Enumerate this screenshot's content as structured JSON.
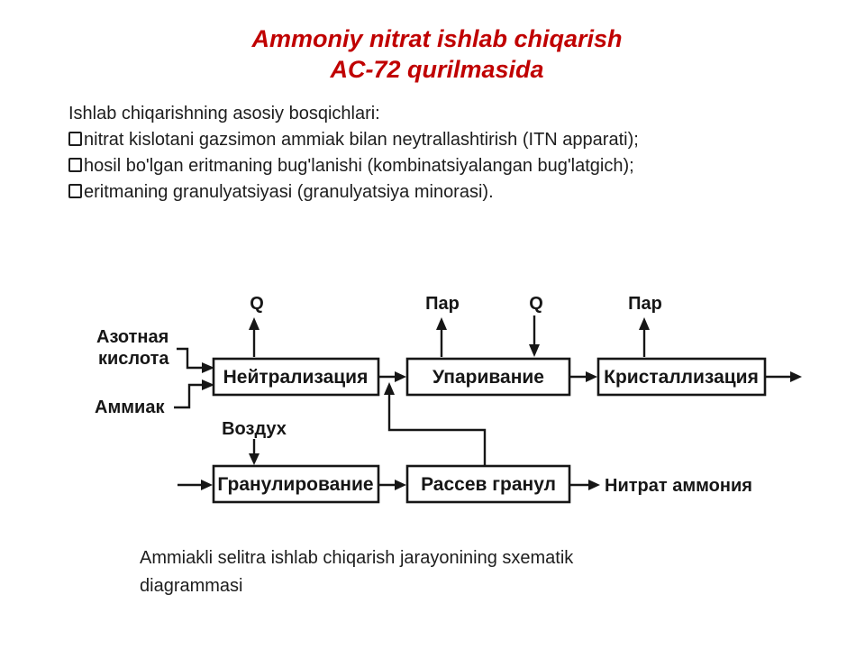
{
  "title": {
    "line1": "Ammoniy nitrat ishlab chiqarish",
    "line2": "AC-72 qurilmasida",
    "color": "#c00000"
  },
  "steps": {
    "intro": "Ishlab chiqarishning asosiy bosqichlari:",
    "items": [
      "nitrat kislotani gazsimon ammiak bilan neytrallashtirish (ITN apparati);",
      "hosil bo'lgan eritmaning bug'lanishi (kombinatsiyalangan bug'latgich);",
      "eritmaning granulyatsiyasi (granulyatsiya minorasi)."
    ]
  },
  "diagram": {
    "ink_color": "#161616",
    "boxes": {
      "neutralization": "Нейтрализация",
      "evaporation": "Упаривание",
      "crystallization": "Кристаллизация",
      "granulation": "Гранулирование",
      "sieving": "Рассев гранул"
    },
    "labels": {
      "nitric_acid_1": "Азотная",
      "nitric_acid_2": "кислота",
      "ammonia": "Аммиак",
      "q_neutralization": "Q",
      "steam_evaporation": "Пар",
      "q_evaporation": "Q",
      "steam_crystallization": "Пар",
      "air": "Воздух",
      "product": "Нитрат аммония"
    }
  },
  "caption": {
    "line1": "Ammiakli selitra ishlab chiqarish jarayonining sxematik",
    "line2": "diagrammasi"
  }
}
